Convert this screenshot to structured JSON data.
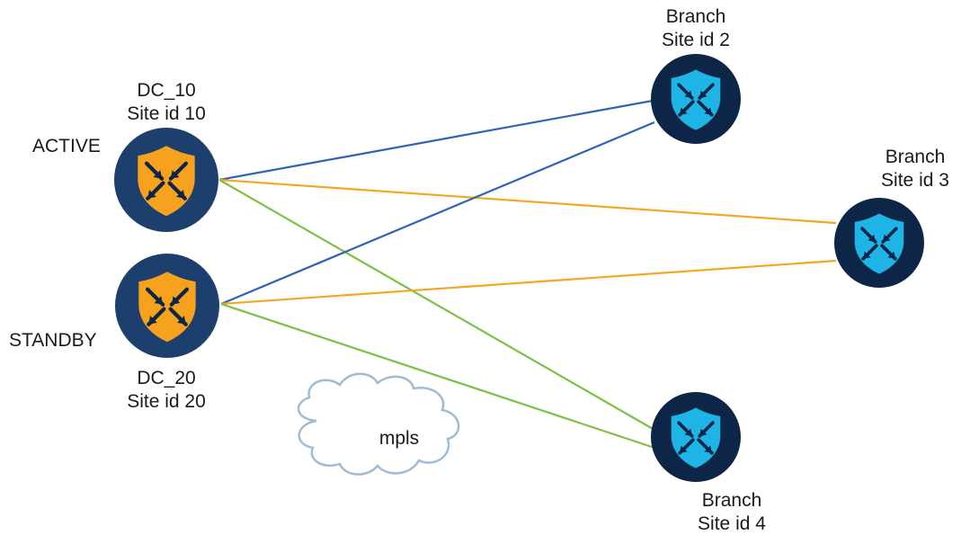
{
  "diagram": {
    "nodes": [
      {
        "id": "dc10",
        "role": "hub",
        "state": "ACTIVE",
        "name": "DC_10",
        "site": "Site id 10"
      },
      {
        "id": "dc20",
        "role": "hub",
        "state": "STANDBY",
        "name": "DC_20",
        "site": "Site id 20"
      },
      {
        "id": "br2",
        "role": "spoke",
        "name": "Branch",
        "site": "Site id 2"
      },
      {
        "id": "br3",
        "role": "spoke",
        "name": "Branch",
        "site": "Site id 3"
      },
      {
        "id": "br4",
        "role": "spoke",
        "name": "Branch",
        "site": "Site id 4"
      }
    ],
    "links": [
      {
        "from": "dc10",
        "to": "br2",
        "color": "#2f63b5"
      },
      {
        "from": "dc10",
        "to": "br3",
        "color": "#f5a623"
      },
      {
        "from": "dc10",
        "to": "br4",
        "color": "#7cc242"
      },
      {
        "from": "dc20",
        "to": "br2",
        "color": "#2f63b5"
      },
      {
        "from": "dc20",
        "to": "br3",
        "color": "#f5a623"
      },
      {
        "from": "dc20",
        "to": "br4",
        "color": "#7cc242"
      }
    ],
    "cloud": {
      "label": "mpls"
    },
    "colors": {
      "hub_ring": "#1c3f6e",
      "hub_shield": "#f6a21e",
      "spoke_ring": "#0d2546",
      "spoke_shield": "#1fb4e6",
      "arrow": "#0d2546"
    },
    "icons": {
      "hub": "firewall-shield-icon",
      "spoke": "firewall-shield-icon",
      "cloud": "cloud-icon"
    }
  }
}
